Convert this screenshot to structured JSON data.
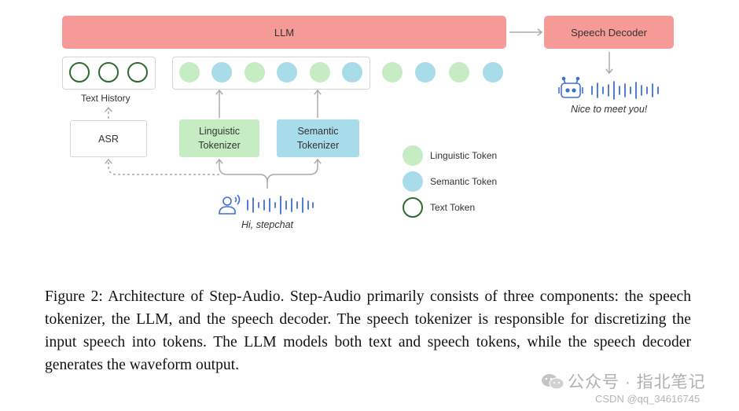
{
  "diagram": {
    "llm_label": "LLM",
    "decoder_label": "Speech Decoder",
    "text_history_label": "Text History",
    "asr_label": "ASR",
    "linguistic_tokenizer_label": "Linguistic Tokenizer",
    "semantic_tokenizer_label": "Semantic Tokenizer",
    "input_utterance": "Hi, stepchat",
    "output_utterance": "Nice to meet you!",
    "legend": {
      "linguistic": "Linguistic Token",
      "semantic": "Semantic Token",
      "text": "Text Token"
    },
    "colors": {
      "llm": "#f59a96",
      "linguistic": "#c6ecc3",
      "semantic": "#a9dcea",
      "text_token_border": "#2e6b2f",
      "waveform": "#3d6fd6"
    }
  },
  "caption": {
    "text": "Figure 2:   Architecture of Step-Audio. Step-Audio primarily consists of three components: the speech tokenizer, the LLM, and the speech decoder. The speech tokenizer is responsible for discretizing the input speech into tokens. The LLM models both text and speech tokens, while the speech decoder generates the waveform output."
  },
  "watermark": {
    "line1": "公众号 · 指北笔记",
    "line2": "CSDN @qq_34616745"
  }
}
